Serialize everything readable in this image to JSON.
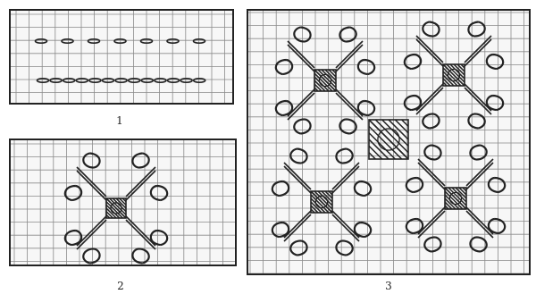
{
  "figures": [
    {
      "label": "1",
      "description_shown": false
    },
    {
      "label": "2",
      "description_shown": false
    },
    {
      "label": "3",
      "description_shown": false
    }
  ],
  "colors": {
    "ink": "#222222",
    "grid": "#8a8a8a",
    "paper": "#f7f7f7"
  }
}
